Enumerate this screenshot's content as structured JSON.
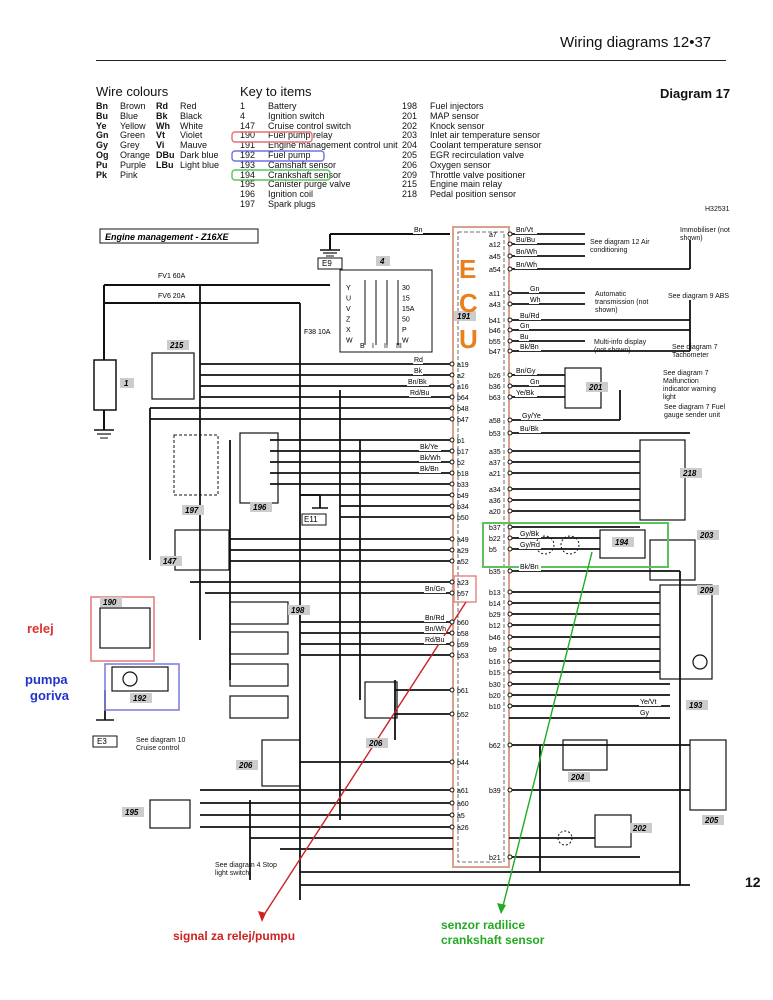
{
  "header": {
    "title": "Wiring diagrams 12•37",
    "diagram": "Diagram 17",
    "ref": "H32531",
    "page_number": "12"
  },
  "wire_colours": {
    "title": "Wire colours",
    "rows": [
      [
        "Bn",
        "Brown",
        "Rd",
        "Red"
      ],
      [
        "Bu",
        "Blue",
        "Bk",
        "Black"
      ],
      [
        "Ye",
        "Yellow",
        "Wh",
        "White"
      ],
      [
        "Gn",
        "Green",
        "Vt",
        "Violet"
      ],
      [
        "Gy",
        "Grey",
        "Vi",
        "Mauve"
      ],
      [
        "Og",
        "Orange",
        "DBu",
        "Dark blue"
      ],
      [
        "Pu",
        "Purple",
        "LBu",
        "Light blue"
      ],
      [
        "Pk",
        "Pink",
        "",
        ""
      ]
    ]
  },
  "key": {
    "title": "Key to items",
    "col1": [
      [
        "1",
        "Battery"
      ],
      [
        "4",
        "Ignition switch"
      ],
      [
        "147",
        "Cruise control switch"
      ],
      [
        "190",
        "Fuel pump relay"
      ],
      [
        "191",
        "Engine management control unit"
      ],
      [
        "192",
        "Fuel pump"
      ],
      [
        "193",
        "Camshaft sensor"
      ],
      [
        "194",
        "Crankshaft sensor"
      ],
      [
        "195",
        "Canister purge valve"
      ],
      [
        "196",
        "Ignition coil"
      ],
      [
        "197",
        "Spark plugs"
      ]
    ],
    "col2": [
      [
        "198",
        "Fuel injectors"
      ],
      [
        "201",
        "MAP sensor"
      ],
      [
        "202",
        "Knock sensor"
      ],
      [
        "203",
        "Inlet air temperature sensor"
      ],
      [
        "204",
        "Coolant temperature sensor"
      ],
      [
        "205",
        "EGR recirculation valve"
      ],
      [
        "206",
        "Oxygen sensor"
      ],
      [
        "209",
        "Throttle valve positioner"
      ],
      [
        "215",
        "Engine main relay"
      ],
      [
        "218",
        "Pedal position sensor"
      ]
    ]
  },
  "diagram": {
    "title": "Engine management - Z16XE",
    "ecu_letters": [
      "E",
      "C",
      "U"
    ],
    "ecu_number": "191",
    "earths": [
      "E9",
      "E11",
      "E3"
    ],
    "fuses": [
      "FV1 60A",
      "FV6 20A",
      "F38 10A"
    ],
    "ignition_terms": [
      "30",
      "15",
      "15A",
      "50",
      "P",
      "W"
    ],
    "ignition_letters": [
      "Y",
      "U",
      "V",
      "Z",
      "X",
      "W"
    ],
    "ignition_circles": [
      "B",
      "I",
      "II",
      "III"
    ],
    "components": [
      "1",
      "4",
      "147",
      "190",
      "192",
      "193",
      "194",
      "195",
      "196",
      "197",
      "198",
      "201",
      "202",
      "203",
      "204",
      "205",
      "206",
      "209",
      "215",
      "218"
    ],
    "left_pins": [
      "a19",
      "a2",
      "a16",
      "b64",
      "b48",
      "b47",
      "b1",
      "b17",
      "b2",
      "b18",
      "b33",
      "b49",
      "b34",
      "b50",
      "a49",
      "a29",
      "a52",
      "a23",
      "b57",
      "b60",
      "b58",
      "b59",
      "b53",
      "b61",
      "b52",
      "b44",
      "a61",
      "a60",
      "a5",
      "a26"
    ],
    "right_pins": [
      "a7",
      "a12",
      "a45",
      "a54",
      "a11",
      "a43",
      "b41",
      "b46",
      "b55",
      "b47",
      "b26",
      "b36",
      "b63",
      "a58",
      "b53",
      "a35",
      "a37",
      "a21",
      "a34",
      "a36",
      "a20",
      "b37",
      "b22",
      "b5",
      "b35",
      "b13",
      "b14",
      "b29",
      "b12",
      "b46",
      "b9",
      "b16",
      "b15",
      "b30",
      "b20",
      "b10",
      "b62",
      "b39",
      "b21"
    ],
    "notes": [
      "See diagram 12 Air conditioning",
      "Immobiliser (not shown)",
      "Automatic transmission (not shown)",
      "See diagram 9 ABS",
      "Multi-info display (not shown)",
      "See diagram 7 Tachometer",
      "See diagram 7 Malfunction indicator warning light",
      "See diagram 7 Fuel gauge sender unit",
      "See diagram 10 Cruise control",
      "See diagram 4 Stop light switch"
    ],
    "wire_labels_sample": [
      "Bn",
      "Bn/Vt",
      "Bu/Bu",
      "Bn/Wh",
      "Bn/Wh",
      "Gn",
      "Wh",
      "Bu/Rd",
      "Gn",
      "Bu",
      "Bk/Bn",
      "Bn/Gy",
      "Gn",
      "Ye/Bk",
      "Gy/Ye",
      "Bu/Bk",
      "Rd",
      "Bk",
      "Rd/Bu",
      "Bn/Bk",
      "Bk/Ye",
      "Bk/Wh",
      "Bk/Bn",
      "Gy/Bk",
      "Gy/Rd",
      "Bk/Bn",
      "Bn/Gn",
      "Bn/Rd",
      "Bn/Wh",
      "Rd/Bu",
      "Ye/Vt",
      "Gy"
    ]
  },
  "annotations": {
    "relay": "relej",
    "pump_line1": "pumpa",
    "pump_line2": "goriva",
    "signal": "signal za relej/pumpu",
    "sensor_line1": "senzor radilice",
    "sensor_line2": "crankshaft sensor"
  },
  "colors": {
    "ecu_box": "#d9a08a",
    "ecu_letters": "#e8801e",
    "relay_mark": "#e03030",
    "pump_mark": "#2233cc",
    "signal_mark": "#cc2222",
    "sensor_mark": "#22aa22",
    "key_190": "#e57070",
    "key_192": "#7070e5",
    "key_194": "#5cc35c"
  }
}
